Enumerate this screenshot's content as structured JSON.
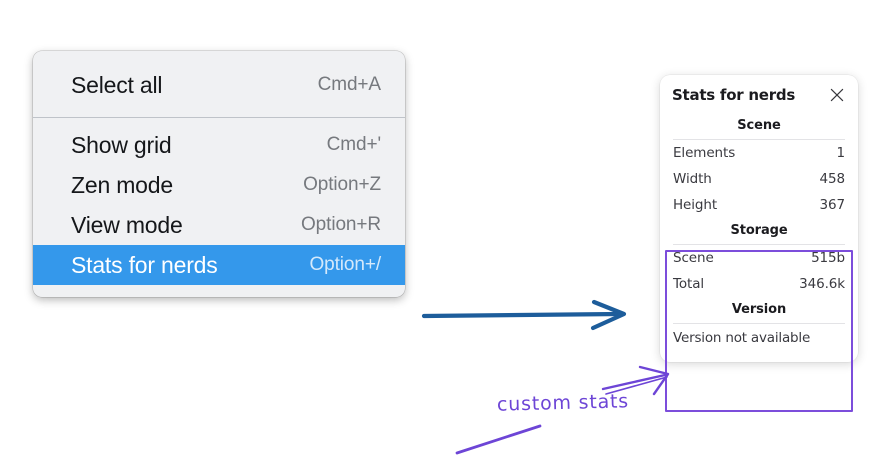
{
  "menu": {
    "groups": [
      {
        "name": "edit-group",
        "items": [
          {
            "label": "Select all",
            "shortcut": "Cmd+A",
            "selected": false
          }
        ]
      },
      {
        "name": "view-group",
        "items": [
          {
            "label": "Show grid",
            "shortcut": "Cmd+'",
            "selected": false
          },
          {
            "label": "Zen mode",
            "shortcut": "Option+Z",
            "selected": false
          },
          {
            "label": "View mode",
            "shortcut": "Option+R",
            "selected": false
          },
          {
            "label": "Stats for nerds",
            "shortcut": "Option+/",
            "selected": true
          }
        ]
      }
    ]
  },
  "stats_panel": {
    "title": "Stats for nerds",
    "close_icon": "close-icon",
    "sections": [
      {
        "title": "Scene",
        "rows": [
          {
            "label": "Elements",
            "value": "1"
          },
          {
            "label": "Width",
            "value": "458"
          },
          {
            "label": "Height",
            "value": "367"
          }
        ]
      },
      {
        "title": "Storage",
        "rows": [
          {
            "label": "Scene",
            "value": "515b"
          },
          {
            "label": "Total",
            "value": "346.6k"
          }
        ]
      },
      {
        "title": "Version",
        "note": "Version not available"
      }
    ]
  },
  "annotations": {
    "handwritten_label": "custom stats",
    "colors": {
      "blue_arrow": "#1d5d9b",
      "purple_ink": "#6d45d6",
      "highlight_border": "#7c4ddb",
      "menu_selection": "#3498eb"
    }
  }
}
